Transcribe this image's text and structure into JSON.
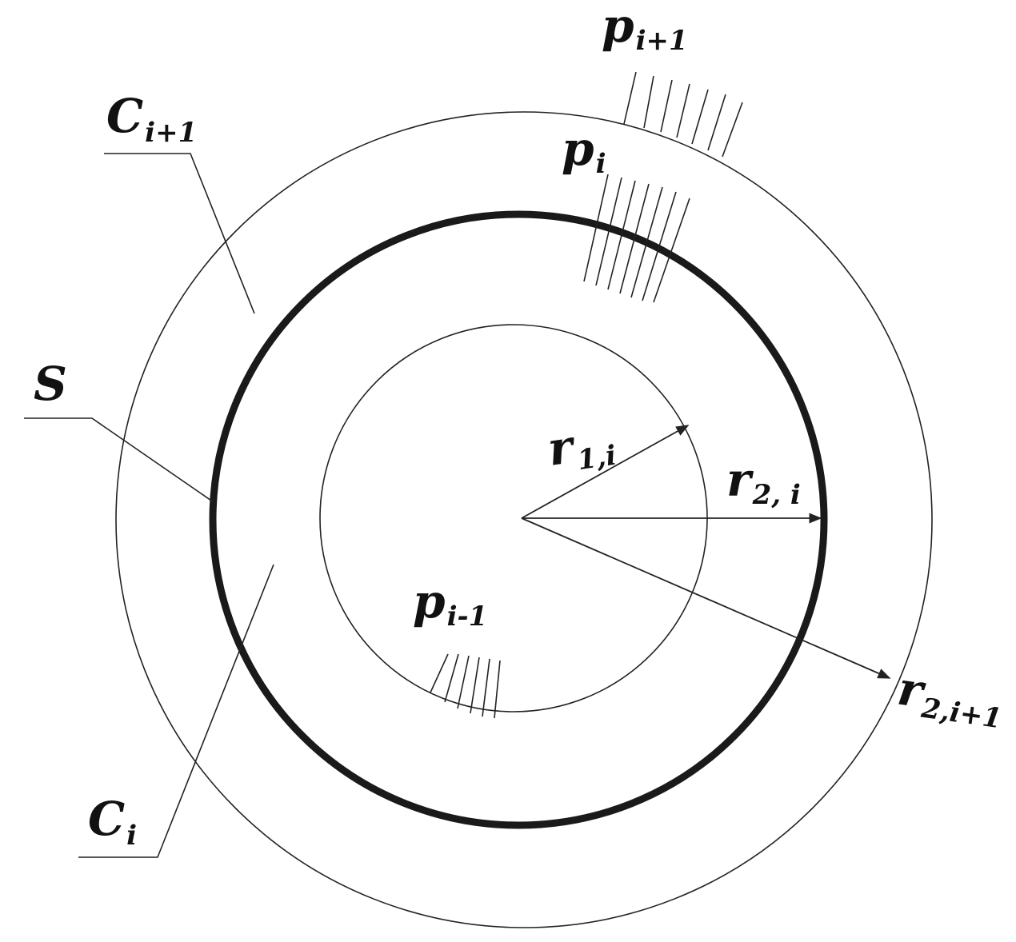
{
  "labels": {
    "outer_layer": {
      "main": "C",
      "sub": "i+1"
    },
    "inner_layer": {
      "main": "C",
      "sub": "i"
    },
    "interface": {
      "main": "S"
    },
    "pressure_outer": {
      "main": "p",
      "sub": "i+1"
    },
    "pressure_middle": {
      "main": "p",
      "sub": "i"
    },
    "pressure_inner": {
      "main": "p",
      "sub": "i-1"
    },
    "radius_inner": {
      "main": "r",
      "sub": "1,i"
    },
    "radius_middle": {
      "main": "r",
      "sub": "2, i"
    },
    "radius_outer": {
      "main": "r",
      "sub": "2,i+1"
    }
  }
}
